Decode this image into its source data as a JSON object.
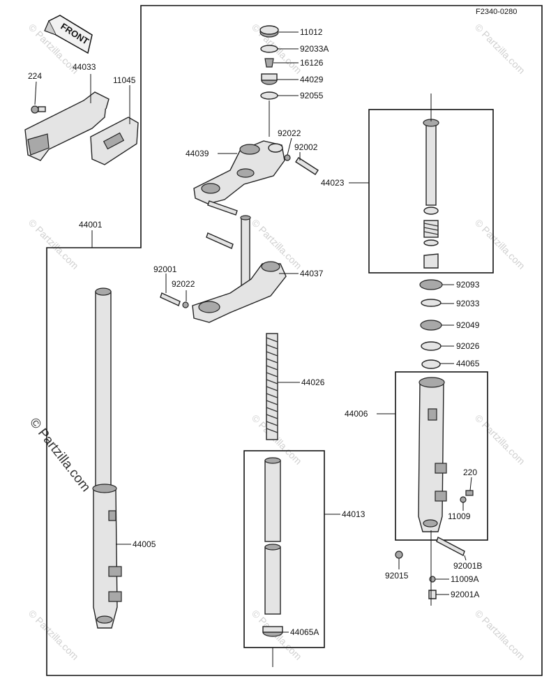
{
  "diagram": {
    "reference_code": "F2340-0280",
    "front_label": "FRONT",
    "watermark": "© Partzilla.com",
    "watermark_large": "© Partzilla.com",
    "parts": {
      "p11012": "11012",
      "p92033A": "92033A",
      "p16126": "16126",
      "p44029": "44029",
      "p92055": "92055",
      "p92022a": "92022",
      "p92002": "92002",
      "p44039": "44039",
      "p44023": "44023",
      "p224": "224",
      "p44033": "44033",
      "p11045": "11045",
      "p44001": "44001",
      "p92001": "92001",
      "p92022b": "92022",
      "p44037": "44037",
      "p92093": "92093",
      "p92033": "92033",
      "p92049": "92049",
      "p92026": "92026",
      "p44065": "44065",
      "p44026": "44026",
      "p44006": "44006",
      "p220": "220",
      "p11009": "11009",
      "p44005": "44005",
      "p44013": "44013",
      "p92001B": "92001B",
      "p92015": "92015",
      "p11009A": "11009A",
      "p92001A": "92001A",
      "p44065A": "44065A"
    }
  }
}
